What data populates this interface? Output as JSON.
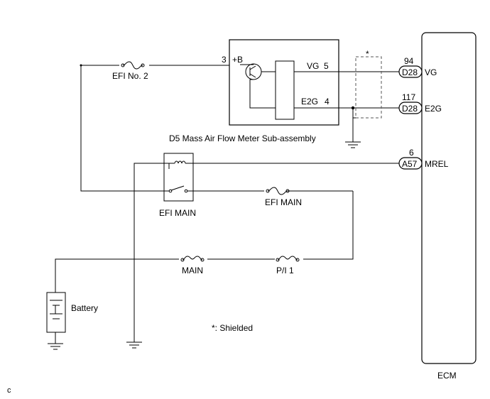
{
  "ecm": {
    "label": "ECM",
    "pins": [
      {
        "connector": "D28",
        "pin": "94",
        "signal": "VG"
      },
      {
        "connector": "D28",
        "pin": "117",
        "signal": "E2G"
      },
      {
        "connector": "A57",
        "pin": "6",
        "signal": "MREL"
      }
    ]
  },
  "maf": {
    "label": "D5  Mass Air Flow Meter Sub-assembly",
    "terminals": [
      {
        "pin": "3",
        "name": "+B"
      },
      {
        "pin": "5",
        "name": "VG"
      },
      {
        "pin": "4",
        "name": "E2G"
      }
    ]
  },
  "shield": {
    "marker": "*",
    "note": "*: Shielded"
  },
  "fuses": {
    "efi_no2": "EFI No. 2",
    "efi_main": "EFI MAIN",
    "main": "MAIN",
    "pi1": "P/I 1"
  },
  "relay": {
    "label": "EFI MAIN"
  },
  "battery": {
    "label": "Battery"
  },
  "corner_mark": "c"
}
